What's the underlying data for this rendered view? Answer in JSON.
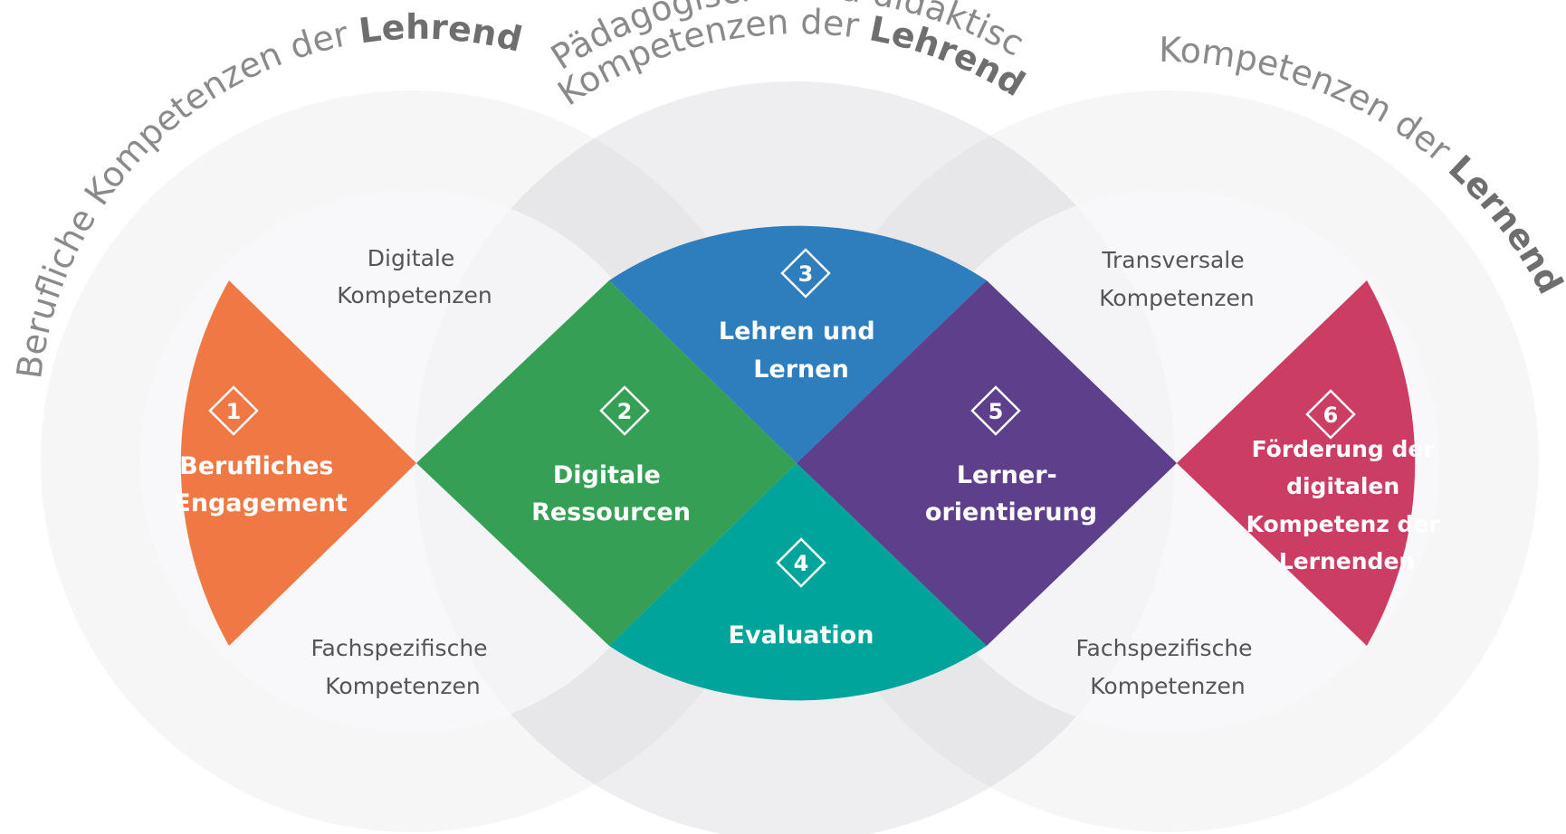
{
  "arc_labels": {
    "left": {
      "normal": "Berufliche Kompetenzen der ",
      "bold": "Lehrenden"
    },
    "middle_line1": "Pädagogische und didaktische",
    "middle_line2": {
      "normal": "Kompetenzen der ",
      "bold": "Lehrenden"
    },
    "right": {
      "normal": "Kompetenzen der ",
      "bold": "Lernenden"
    }
  },
  "competence_labels": {
    "digital": [
      "Digitale",
      "Kompetenzen"
    ],
    "transversal": [
      "Transversale",
      "Kompetenzen"
    ],
    "subject_left": [
      "Fachspezifische",
      "Kompetenzen"
    ],
    "subject_right": [
      "Fachspezifische",
      "Kompetenzen"
    ]
  },
  "areas": [
    {
      "number": "1",
      "lines": [
        "Berufliches",
        "Engagement"
      ],
      "color": "#ef7844"
    },
    {
      "number": "2",
      "lines": [
        "Digitale",
        "Ressourcen"
      ],
      "color": "#35a055"
    },
    {
      "number": "3",
      "lines": [
        "Lehren und",
        "Lernen"
      ],
      "color": "#2e7ebd"
    },
    {
      "number": "4",
      "lines": [
        "Evaluation"
      ],
      "color": "#00a49a"
    },
    {
      "number": "5",
      "lines": [
        "Lerner-",
        "orientierung"
      ],
      "color": "#5e3f8c"
    },
    {
      "number": "6",
      "lines": [
        "Förderung der",
        "digitalen",
        "Kompetenz der",
        "Lernenden"
      ],
      "color": "#cc3d64"
    }
  ],
  "colors": {
    "outer_circle": "#f6f6f7",
    "inner_circle": "#eeeef0",
    "overlap": "#e7e7ea"
  }
}
